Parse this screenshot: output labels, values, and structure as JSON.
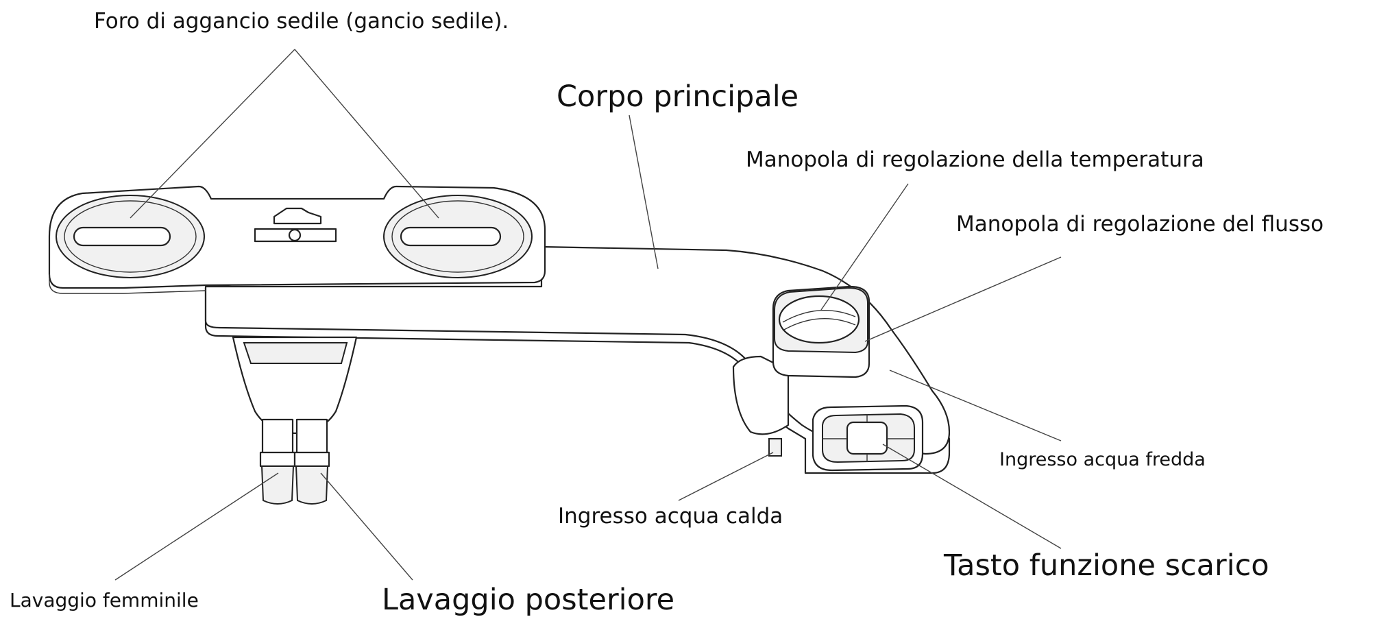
{
  "diagram": {
    "labels": {
      "seat_hook": "Foro di aggancio sedile (gancio sedile).",
      "main_body": "Corpo principale",
      "temperature_knob": "Manopola di regolazione della temperatura",
      "flow_knob": "Manopola di regolazione del flusso",
      "cold_inlet": "Ingresso acqua fredda",
      "hot_inlet": "Ingresso acqua calda",
      "drain_button": "Tasto funzione scarico",
      "feminine_wash": "Lavaggio femminile",
      "rear_wash": "Lavaggio posteriore"
    },
    "colors": {
      "line": "#222222",
      "background": "#ffffff",
      "text": "#111111"
    }
  }
}
